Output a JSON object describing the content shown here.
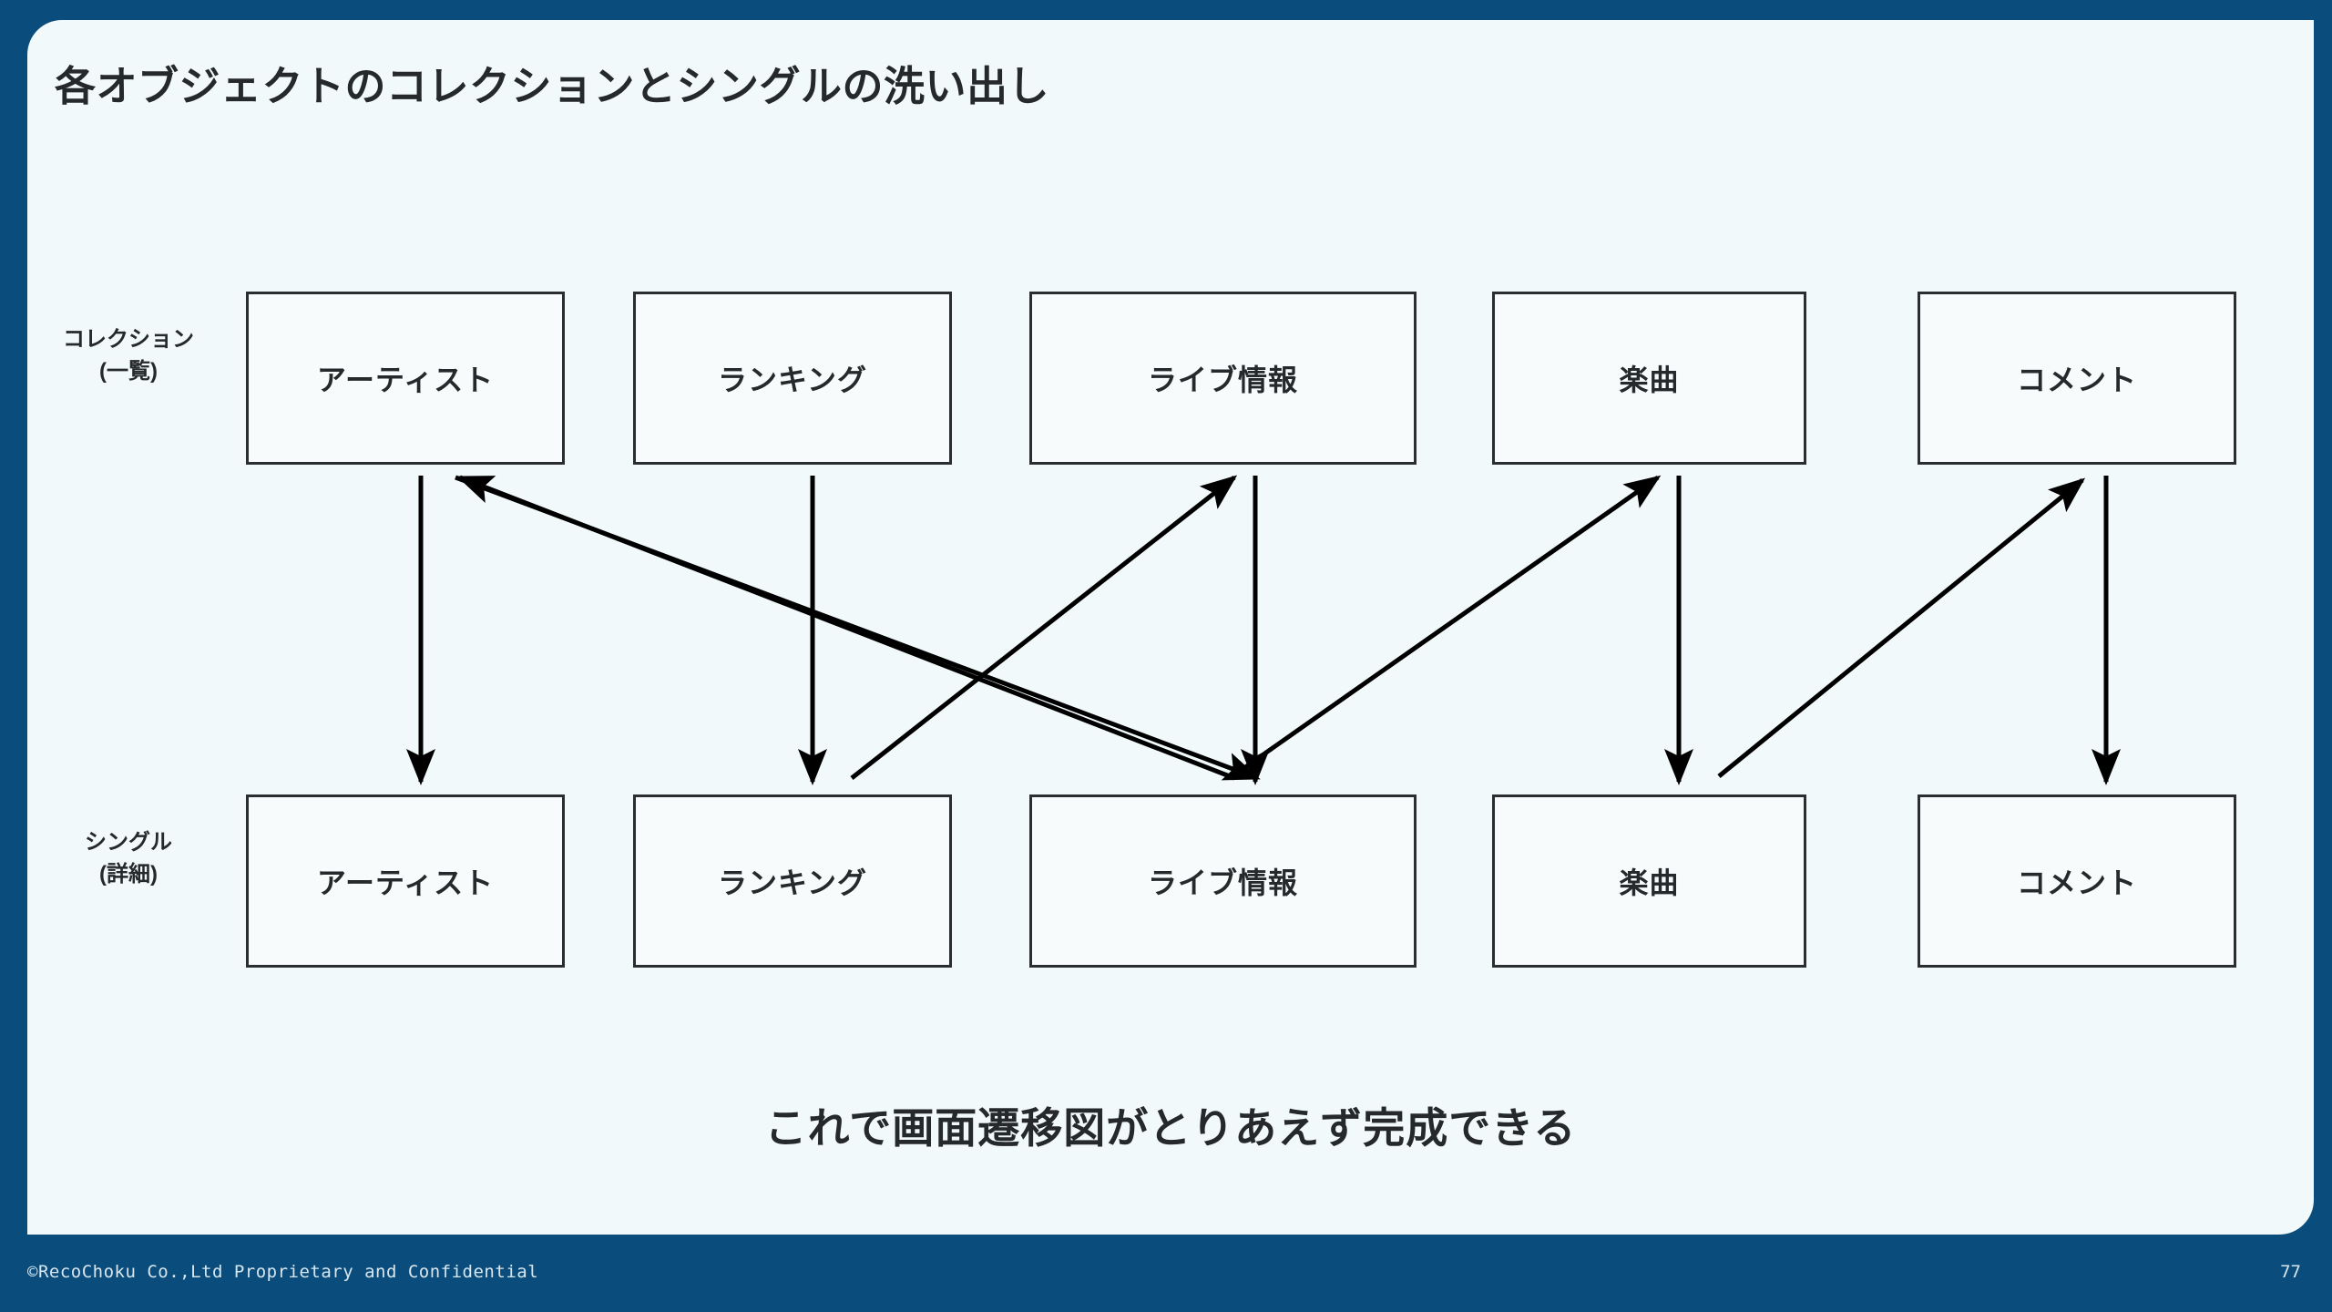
{
  "slide": {
    "title": "各オブジェクトのコレクションとシングルの洗い出し",
    "caption": "これで画面遷移図がとりあえず完成できる",
    "page_number": "77",
    "copyright": "©RecoChoku Co.,Ltd Proprietary and Confidential",
    "colors": {
      "background": "#0a4d7c",
      "card": "#f2f9fa",
      "text": "#26292b",
      "box_border": "#2b2e30",
      "footer_text": "#d7e6ef"
    }
  },
  "diagram": {
    "row_labels": [
      {
        "line1": "コレクション",
        "line2": "(一覧)"
      },
      {
        "line1": "シングル",
        "line2": "(詳細)"
      }
    ],
    "collection_row": [
      {
        "label": "アーティスト"
      },
      {
        "label": "ランキング"
      },
      {
        "label": "ライブ情報"
      },
      {
        "label": "楽曲"
      },
      {
        "label": "コメント"
      }
    ],
    "single_row": [
      {
        "label": "アーティスト"
      },
      {
        "label": "ランキング"
      },
      {
        "label": "ライブ情報"
      },
      {
        "label": "楽曲"
      },
      {
        "label": "コメント"
      }
    ],
    "arrows": [
      {
        "name": "artist-collection-to-artist-single",
        "from": "アーティスト(一覧)",
        "to": "アーティスト(詳細)",
        "kind": "vertical"
      },
      {
        "name": "ranking-collection-to-ranking-single",
        "from": "ランキング(一覧)",
        "to": "ランキング(詳細)",
        "kind": "vertical"
      },
      {
        "name": "live-collection-to-live-single",
        "from": "ライブ情報(一覧)",
        "to": "ライブ情報(詳細)",
        "kind": "vertical"
      },
      {
        "name": "song-collection-to-song-single",
        "from": "楽曲(一覧)",
        "to": "楽曲(詳細)",
        "kind": "vertical"
      },
      {
        "name": "comment-collection-to-comment-single",
        "from": "コメント(一覧)",
        "to": "コメント(詳細)",
        "kind": "vertical"
      },
      {
        "name": "live-single-to-artist-collection",
        "from": "ライブ情報(詳細)",
        "to": "アーティスト(一覧)",
        "kind": "diagonal-up-left"
      },
      {
        "name": "artist-collection-to-live-single",
        "from": "アーティスト(一覧)",
        "to": "ライブ情報(詳細)",
        "kind": "diagonal-down-right"
      },
      {
        "name": "ranking-single-to-live-collection",
        "from": "ランキング(詳細)",
        "to": "ライブ情報(一覧)",
        "kind": "diagonal-up-right"
      },
      {
        "name": "ranking-single-to-song-collection",
        "from": "ランキング(詳細)",
        "to": "楽曲(一覧)",
        "kind": "diagonal-up-right"
      },
      {
        "name": "comment-single-to-comment-collection",
        "from": "コメント(詳細)",
        "to": "コメント(一覧)",
        "kind": "diagonal-up-right"
      }
    ]
  }
}
